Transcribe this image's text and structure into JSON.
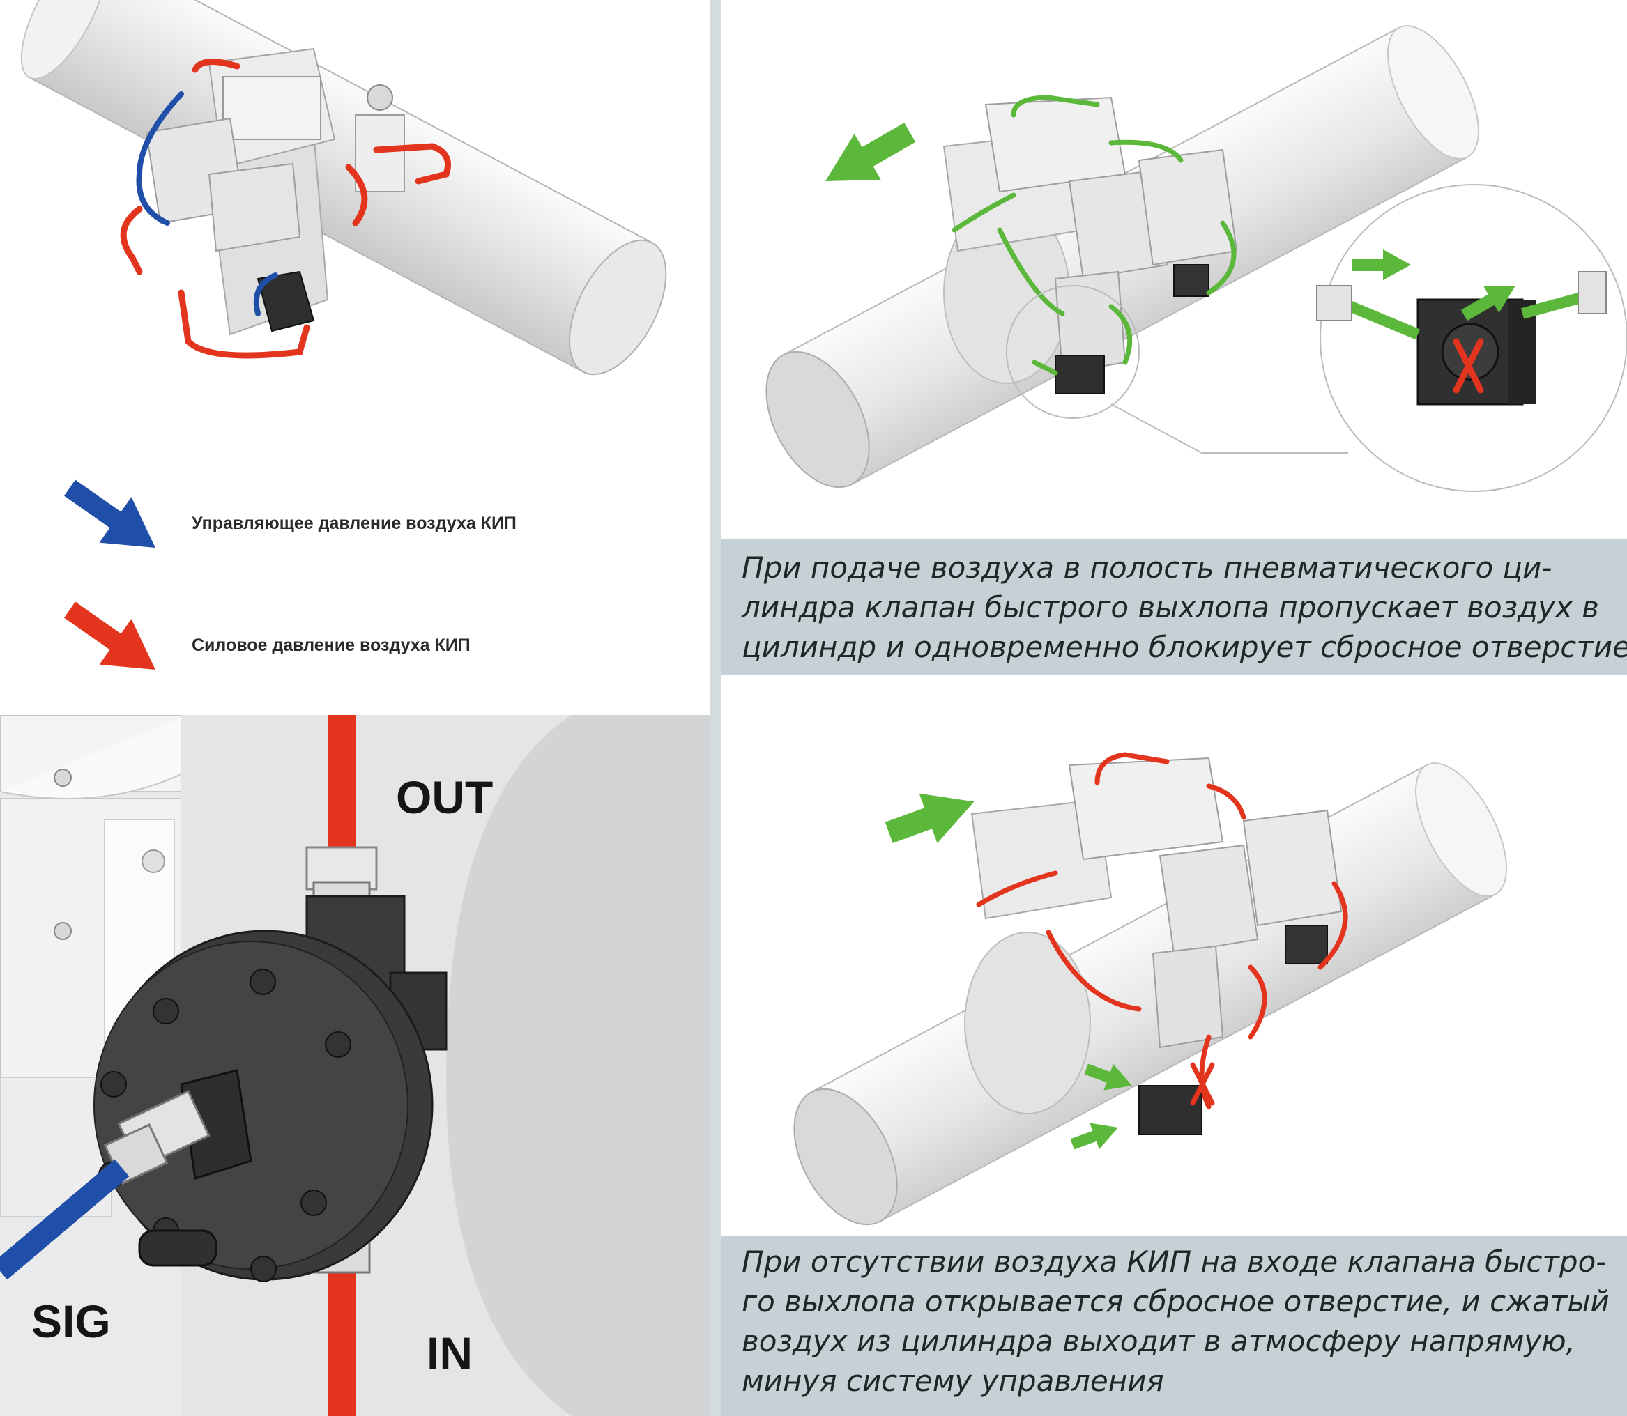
{
  "legend": {
    "control_label": "Управляющее давление воздуха КИП",
    "power_label": "Силовое давление воздуха КИП",
    "control_color": "#1f4fa8",
    "power_color": "#e3341d"
  },
  "detail": {
    "out_label": "OUT",
    "in_label": "IN",
    "sig_label": "SIG"
  },
  "supply_caption": {
    "lines": [
      "При подаче воздуха в полость пневматического ци-",
      "линдра клапан быстрого выхлопа пропускает воздух в",
      "цилиндр и одновременно блокирует сбросное отверстие"
    ]
  },
  "exhaust_caption": {
    "lines": [
      "При отсутствии воздуха КИП на входе клапана быстро-",
      "го выхлопа открывается сбросное отверстие, и сжатый",
      "воздух из цилиндра выходит в атмосферу напрямую,",
      "минуя систему управления"
    ]
  },
  "colors": {
    "flow_green": "#5cb83a",
    "caption_bg": "#c6d1d6",
    "divider": "#d4dbdf"
  },
  "icons": [
    "blue-arrow-icon",
    "red-arrow-icon",
    "green-arrow-icon",
    "blocked-cross-icon"
  ]
}
